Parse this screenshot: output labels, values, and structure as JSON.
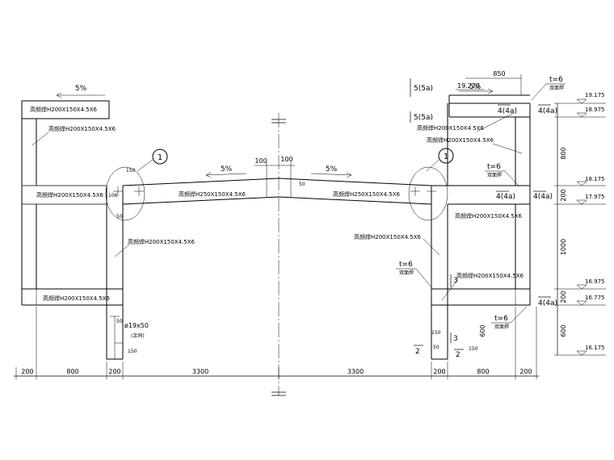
{
  "labels": {
    "slope_left_top": "5%",
    "slope_left_rafter": "5%",
    "slope_right_rafter": "5%",
    "slope_right_top": "5%",
    "left_top_beam": "高频焊H200X150X4.5X6",
    "left_upper_beam": "高频焊H200X150X4.5X6",
    "left_mid_beam": "高频焊H200X150X4.5X6",
    "left_column": "高频焊H200X150X4.5X6",
    "left_bottom_beam": "高频焊H200X150X4.5X6",
    "left_rafter": "高频焊H250X150X4.5X6",
    "right_rafter": "高频焊H250X150X4.5X6",
    "right_column": "高频焊H200X150X4.5X6",
    "right_top_beam1": "高频焊H200X150X4.5X6",
    "right_top_beam2": "高频焊H200X150X4.5X6",
    "right_mid_beam": "高频焊H200X150X4.5X6",
    "right_low_beam": "高频焊H200X150X4.5X6",
    "ridge_left": "100",
    "ridge_right": "100",
    "ridge_50": "50",
    "left_150": "150",
    "left_106": "106",
    "left_50": "50",
    "anchor": "ø19x50",
    "anchor_note": "(余同)",
    "base_50": "50",
    "base_150": "150",
    "right_base_150": "150",
    "right_base_150b": "150",
    "right_base_50": "50",
    "t6_a": "t=6",
    "t6_a_note": "双面焊",
    "t6_b": "t=6",
    "t6_b_note": "双面焊",
    "t6_c": "t=6",
    "t6_c_note": "双面焊",
    "t6_d": "t=6",
    "t6_d_note": "双面焊",
    "elev_top": "19.220",
    "dim_850": "850",
    "sec5a_1": "5(5a)",
    "sec5a_2": "5(5a)",
    "sec4a_1": "4(4a)",
    "sec4a_2": "4(4a)",
    "sec4a_3": "4(4a)",
    "sec4a_4": "4(4a)",
    "sec4a_5": "4(4a)",
    "sec3_1": "3",
    "sec3_2": "3",
    "sec2_1": "2",
    "sec2_2": "2",
    "detail_1": "1",
    "detail_2": "1",
    "elevations": [
      "19.175",
      "18.975",
      "18.175",
      "17.975",
      "16.975",
      "16.775",
      "16.175"
    ],
    "right_dims": [
      "800",
      "200",
      "1000",
      "200",
      "600",
      "600"
    ],
    "bottom_dims": [
      "200",
      "800",
      "200",
      "3300",
      "3300",
      "200",
      "800",
      "200"
    ]
  }
}
